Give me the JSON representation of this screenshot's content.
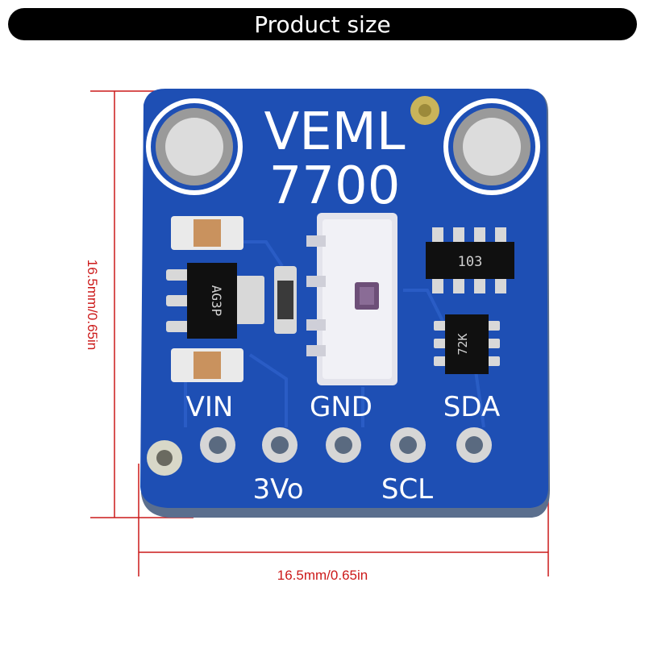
{
  "header": {
    "title": "Product size"
  },
  "dimensions": {
    "height_label": "16.5mm/0.65in",
    "width_label": "16.5mm/0.65in",
    "line_color": "#cc1a1a"
  },
  "board": {
    "color": "#1e4fb4",
    "model_line1": "VEML",
    "model_line2": "7700",
    "pins_top": [
      "VIN",
      "GND",
      "SDA"
    ],
    "pins_bottom": [
      "3Vo",
      "SCL"
    ],
    "regulator_marking": "AG3P",
    "resistor_marking": "103",
    "mosfet_marking": "72K"
  }
}
